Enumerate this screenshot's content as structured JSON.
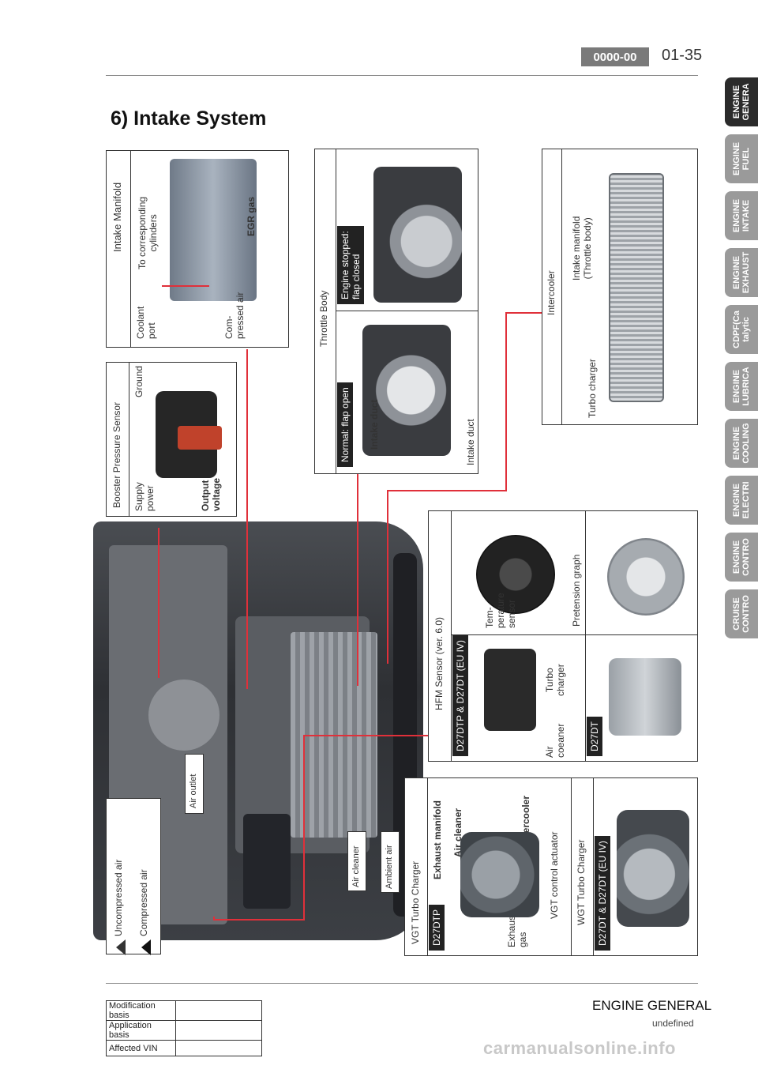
{
  "header": {
    "code": "0000-00",
    "page": "01-35"
  },
  "title": "6) Intake System",
  "side_tabs": [
    {
      "label": "ENGINE\nGENERA",
      "active": true
    },
    {
      "label": "ENGINE\nFUEL",
      "active": false
    },
    {
      "label": "ENGINE\nINTAKE",
      "active": false
    },
    {
      "label": "ENGINE\nEXHAUST",
      "active": false
    },
    {
      "label": "CDPF(Ca\ntalytic",
      "active": false
    },
    {
      "label": "ENGINE\nLUBRICA",
      "active": false
    },
    {
      "label": "ENGINE\nCOOLING",
      "active": false
    },
    {
      "label": "ENGINE\nELECTRI",
      "active": false
    },
    {
      "label": "ENGINE\nCONTRO",
      "active": false
    },
    {
      "label": "CRUISE\nCONTRO",
      "active": false
    }
  ],
  "intake_manifold": {
    "title": "Intake Manifold",
    "coolant_port": "Coolant\nport",
    "to_cylinders": "To corresponding\ncylinders",
    "compressed_air": "Com-\npressed air",
    "egr_gas": "EGR gas"
  },
  "booster_sensor": {
    "title": "Booster Pressure Sensor",
    "supply_power": "Supply\npower",
    "ground": "Ground",
    "output_voltage": "Output\nvoltage"
  },
  "throttle_body": {
    "title": "Throttle Body",
    "stopped": "Engine stopped:\nflap closed",
    "normal": "Normal: flap open",
    "intake_duct_1": "Intake duct",
    "intake_duct_2": "Intake duct"
  },
  "intercooler": {
    "title": "Intercooler",
    "manifold_label": "Intake manifold\n(Throttle body)",
    "turbo_label": "Turbo charger"
  },
  "hfm": {
    "title": "HFM Sensor (ver. 6.0)",
    "variant_1": "D27DTP & D27DT (EU IV)",
    "variant_2": "D27DT",
    "temp_sensor": "Tem-\nperature\nsensor",
    "pretension": "Pretension graph",
    "air_cleaner": "Air\ncoeaner",
    "turbo_charger": "Turbo\ncharger"
  },
  "vgt": {
    "title": "VGT Turbo Charger",
    "variant_1": "D27DTP",
    "exhaust_manifold": "Exhaust manifold",
    "air_cleaner": "Air cleaner",
    "intercooler": "Intercooler",
    "exhaust_gas": "Exhaust\ngas",
    "actuator": "VGT control actuator",
    "wgt_title": "WGT Turbo Charger",
    "variant_2": "D27DT & D27DT (EU IV)"
  },
  "engine_labels": {
    "air_outlet": "Air outlet",
    "air_cleaner": "Air cleaner",
    "ambient_air": "Ambient air"
  },
  "legend": {
    "uncompressed": "Uncompressed air",
    "compressed": "Compressed air"
  },
  "footer": {
    "title": "ENGINE GENERAL",
    "subtitle": "undefined",
    "rows": [
      {
        "key": "Modification basis",
        "value": ""
      },
      {
        "key": "Application basis",
        "value": ""
      },
      {
        "key": "Affected VIN",
        "value": ""
      }
    ]
  },
  "watermark": "carmanualsonline.info",
  "colors": {
    "accent_leader": "#e0303a",
    "active_tab": "#2b2b2b",
    "inactive_tab": "#9a9a9a"
  }
}
